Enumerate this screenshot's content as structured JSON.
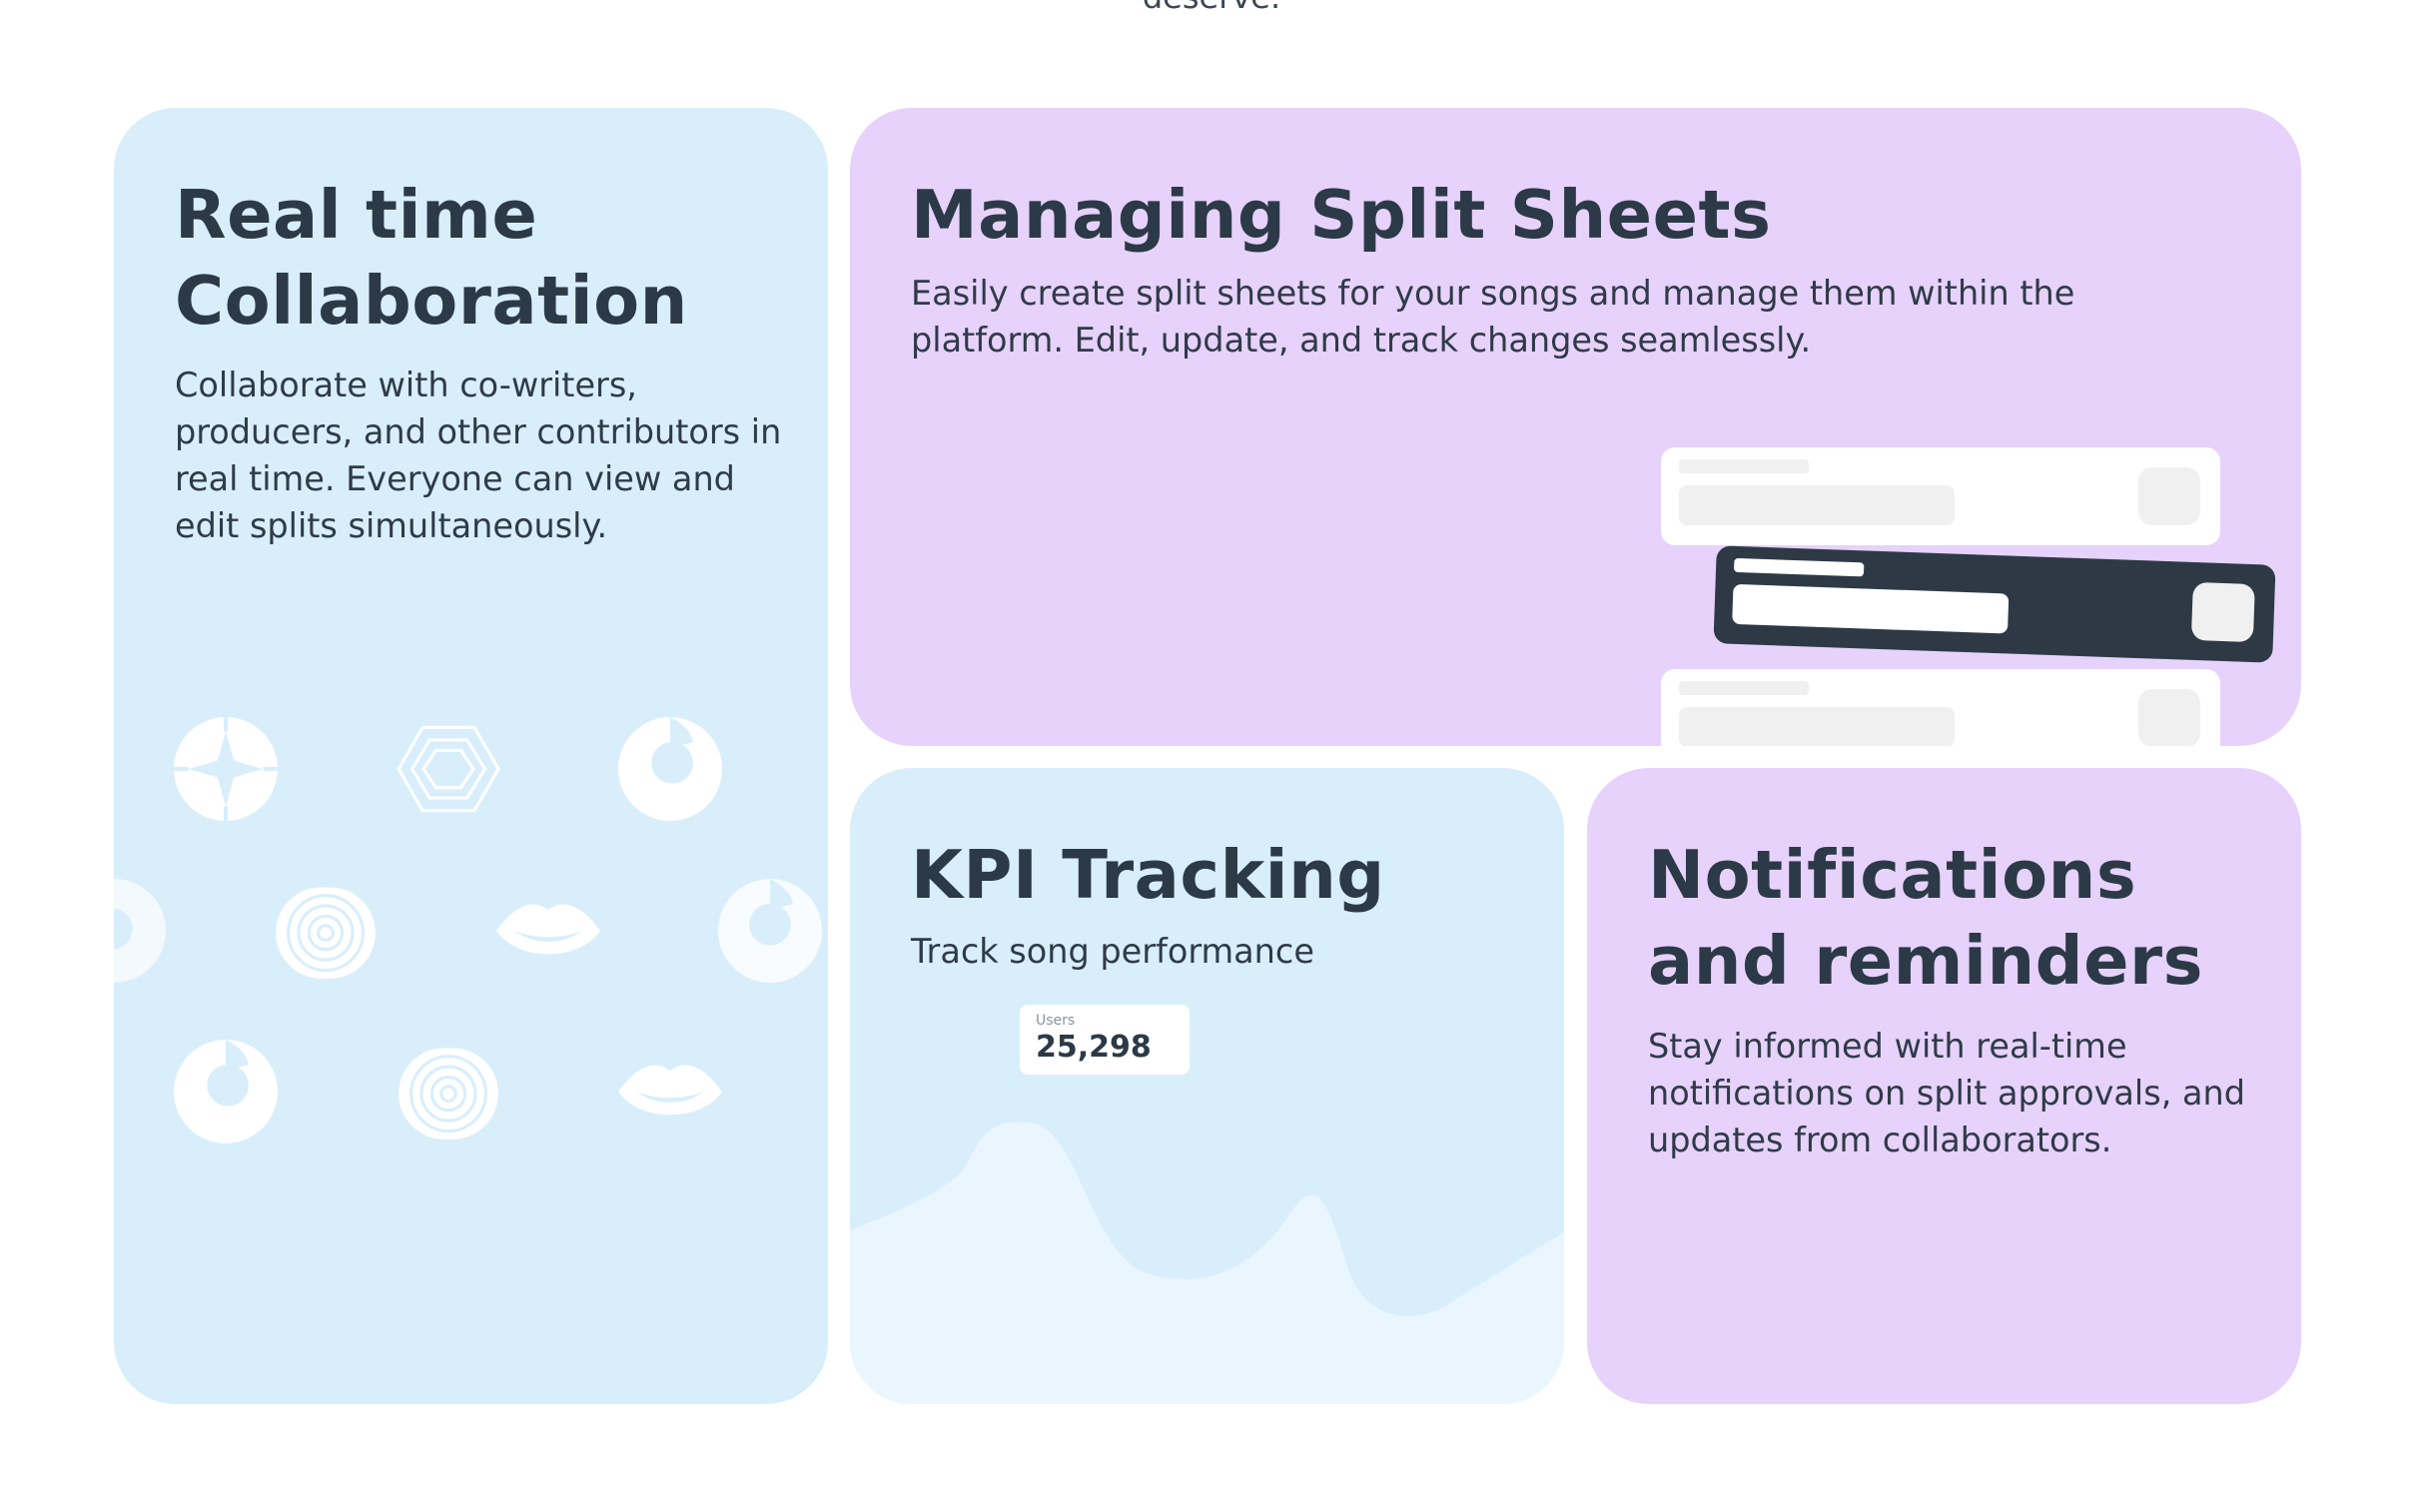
{
  "intro": {
    "tail_text": "deserve."
  },
  "cards": {
    "collab": {
      "title": "Real time Collaboration",
      "description": "Collaborate with co-writers, producers, and other contributors in real time. Everyone can view and edit splits simultaneously."
    },
    "split": {
      "title": "Managing Split Sheets",
      "description": "Easily create split sheets for your songs and manage them within the platform. Edit, update, and track changes seamlessly."
    },
    "kpi": {
      "title": "KPI Tracking",
      "description": "Track song performance",
      "stat_label": "Users",
      "stat_value": "25,298"
    },
    "notif": {
      "title": "Notifications and reminders",
      "description": "Stay informed with real-time notifications on split approvals, and updates from collaborators."
    }
  },
  "colors": {
    "blue_card": "#d9eefb",
    "purple_card": "#e7d2fb",
    "heading": "#2c3a47",
    "dark_sheet": "#2d3a46"
  },
  "icons": [
    "star-badge-icon",
    "hexagon-outline-icon",
    "donut-icon",
    "donut-icon",
    "spiral-roll-icon",
    "lips-icon",
    "donut-icon",
    "spiral-roll-icon",
    "lips-icon"
  ]
}
